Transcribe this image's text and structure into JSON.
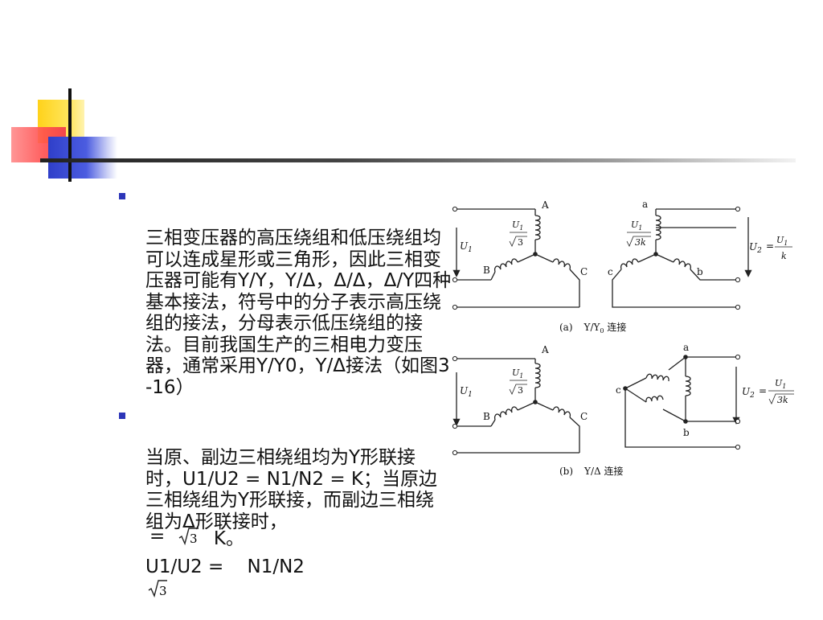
{
  "bullets": [
    "三相变压器的高压绕组和低压绕组均可以连成星形或三角形，因此三相变压器可能有Y/Y，Y/Δ，Δ/Δ，Δ/Y四种基本接法，符号中的分子表示高压绕组的接法，分母表示低压绕组的接法。目前我国生产的三相电力变压器，通常采用Y/Y0，Y/Δ接法（如图3-16）",
    "当原、副边三相绕组均为Y形联接时，U1/U2 = N1/N2 = K；当原边三相绕组为Y形联接，而副边三相绕组为Δ形联接时，"
  ],
  "formula_line1": "U1/U2 =    N1/N2",
  "formula_line2_prefix": "=",
  "formula_line2_suffix": "K。",
  "figure": {
    "a": {
      "caption_tag": "(a)",
      "caption_text": "Y/Y",
      "caption_sub": "0",
      "caption_tail": " 连接",
      "hv_labels": [
        "A",
        "B",
        "C"
      ],
      "lv_labels": [
        "a",
        "b",
        "c"
      ],
      "U1": "U",
      "sub1": "1",
      "frac_top": "U",
      "frac_top_sub": "1",
      "sqrt3": "3",
      "sqrt3k": "3k",
      "U2": "U",
      "sub2": "2",
      "eq": "=",
      "k": "k"
    },
    "b": {
      "caption_tag": "(b)",
      "caption_text": "Y/Δ 连接",
      "hv_labels": [
        "A",
        "B",
        "C"
      ],
      "lv_labels": [
        "a",
        "b",
        "c"
      ]
    }
  },
  "colors": {
    "bullet": "#2c35b8",
    "yellow": "#ffd21a",
    "red": "#ff4d4d",
    "blue": "#2f3fc9"
  }
}
